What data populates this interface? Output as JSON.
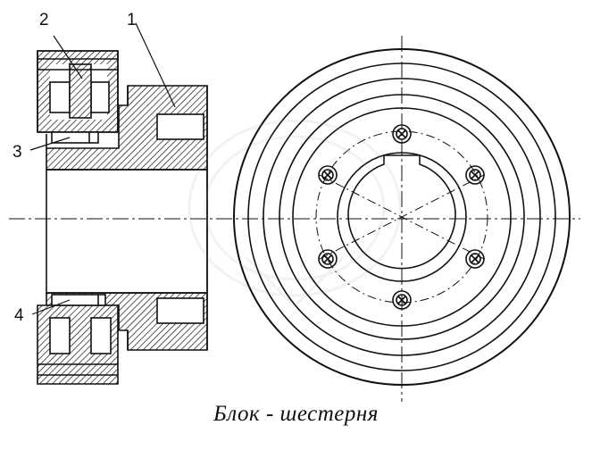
{
  "callouts": [
    "1",
    "2",
    "3",
    "4"
  ],
  "caption": "Блок  - шестерня",
  "colors": {
    "line": "#111111",
    "background": "#ffffff",
    "watermark": "#9a9a9a"
  }
}
